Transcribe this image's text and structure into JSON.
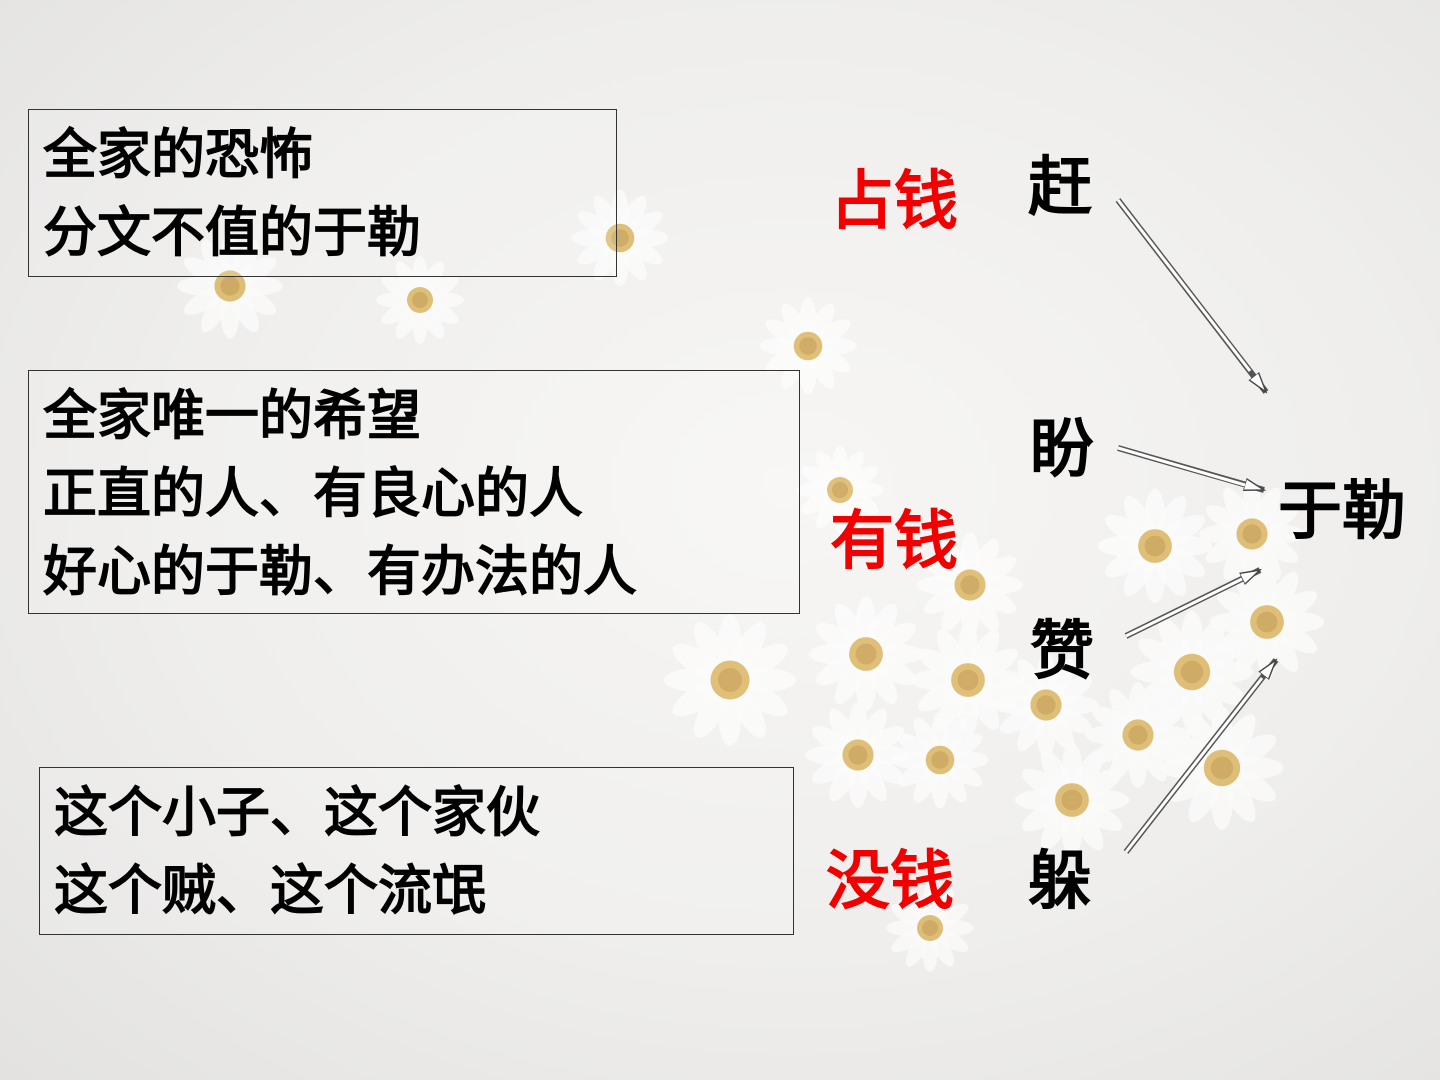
{
  "boxes": [
    {
      "lines": [
        "全家的恐怖",
        "分文不值的于勒"
      ]
    },
    {
      "lines": [
        "全家唯一的希望",
        "正直的人、有良心的人",
        "好心的于勒、有办法的人"
      ]
    },
    {
      "lines": [
        "这个小子、这个家伙",
        "这个贼、这个流氓"
      ]
    }
  ],
  "money_labels": [
    "占钱",
    "有钱",
    "没钱"
  ],
  "verbs": [
    "赶",
    "盼",
    "赞",
    "躲"
  ],
  "target": "于勒",
  "colors": {
    "money": "#f20000",
    "text": "#000000"
  }
}
